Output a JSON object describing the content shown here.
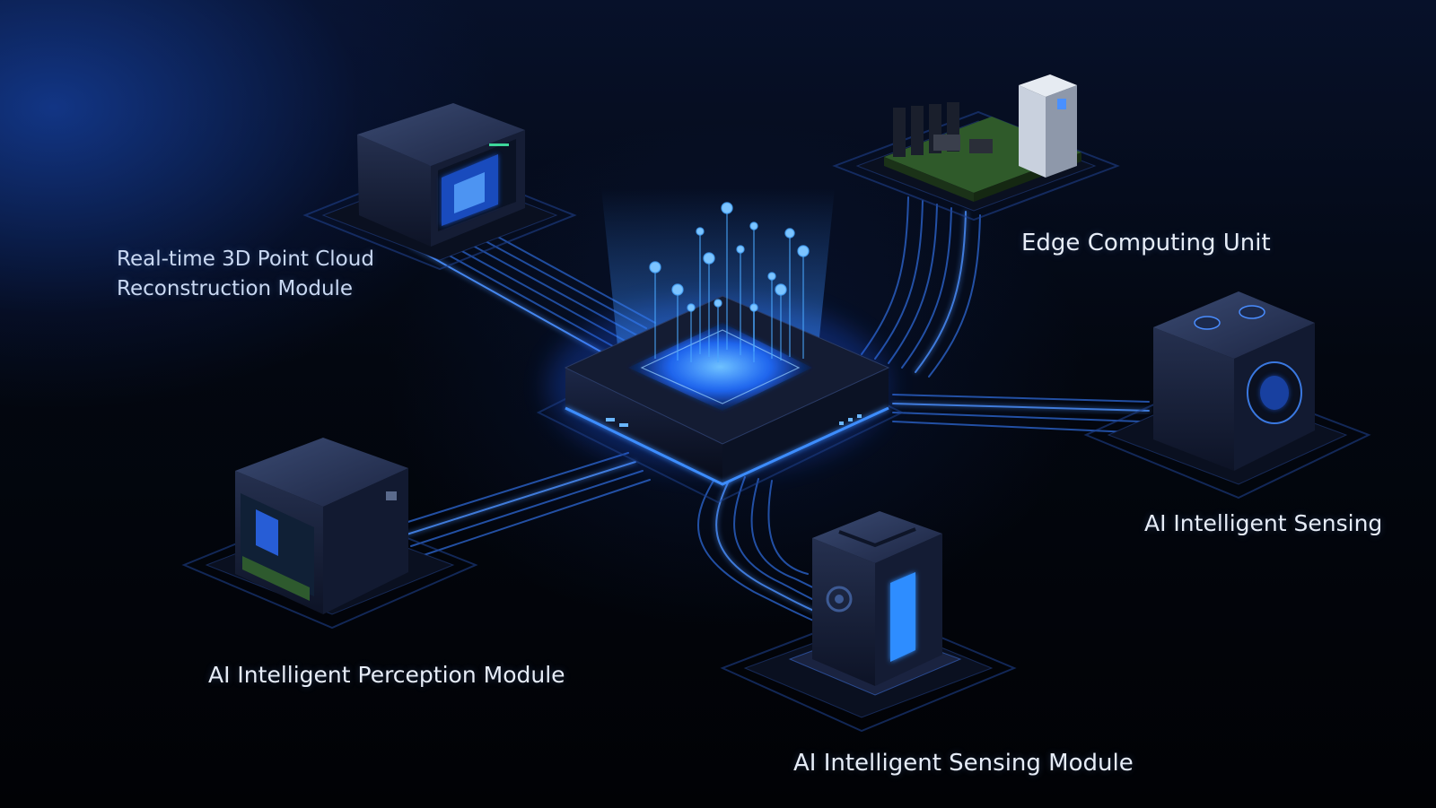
{
  "labels": {
    "reconstruction_line1": "Real-time 3D Point Cloud",
    "reconstruction_line2": "Reconstruction Module",
    "edge_computing": "Edge Computing Unit",
    "sensing": "AI Intelligent Sensing",
    "perception": "AI Intelligent Perception Module",
    "sensing_module": "AI Intelligent Sensing Module"
  },
  "colors": {
    "accent": "#2f7dff",
    "glow": "#4aa8ff",
    "background": "#02040a",
    "text": "#e6ecf7"
  }
}
